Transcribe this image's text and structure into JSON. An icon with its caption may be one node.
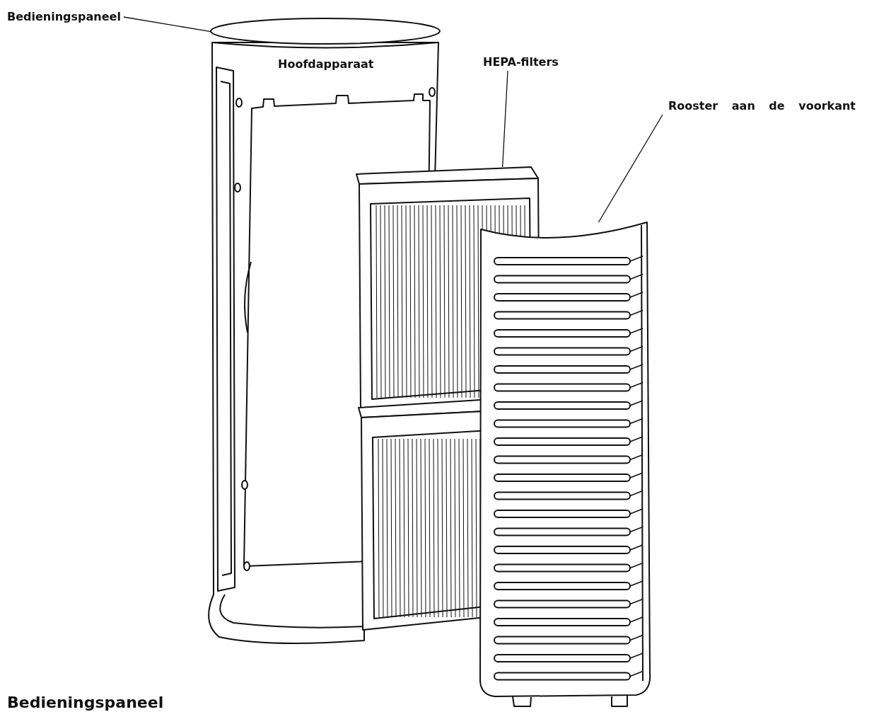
{
  "diagram": {
    "nodes": [
      {
        "text": [
          "Bedieningspaneel"
        ]
      },
      {
        "text": [],
        "shape": "circle"
      },
      {
        "text": [
          "HEPA-filters"
        ]
      },
      {
        "text": [],
        "shape": "picture"
      },
      {
        "text": [
          "Rooster aan de voorkant"
        ]
      },
      {
        "text": [],
        "shape": "picture"
      }
    ],
    "edges": [
      {
        "from": 0,
        "to": 1,
        "arrow": "none"
      },
      {
        "from": 2,
        "to": 3,
        "arrow": "none"
      },
      {
        "from": 4,
        "to": 5,
        "arrow": "none"
      }
    ],
    "labels": [
      "Hoofdapparaat",
      "Bedieningspaneel"
    ]
  }
}
